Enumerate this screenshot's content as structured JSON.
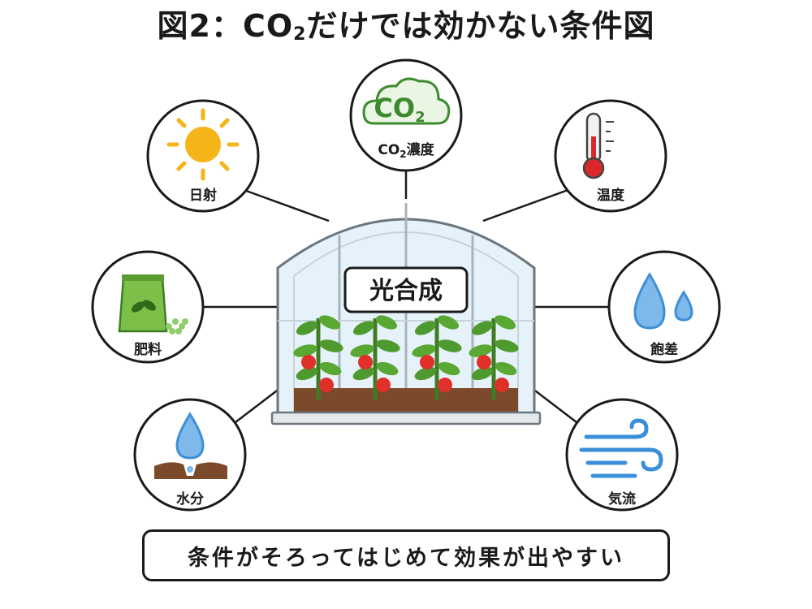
{
  "title": {
    "prefix": "図2：CO",
    "subscript": "2",
    "suffix": "だけでは効かない条件図"
  },
  "center": {
    "label": "光合成"
  },
  "nodes": {
    "sunlight": {
      "label": "日射",
      "icon": "sun-icon"
    },
    "co2": {
      "label_prefix": "CO",
      "label_sub": "2",
      "label_suffix": "濃度",
      "icon_text": "CO",
      "icon_sub": "2",
      "icon": "co2-cloud-icon"
    },
    "temperature": {
      "label": "温度",
      "icon": "thermometer-icon"
    },
    "fertilizer": {
      "label": "肥料",
      "icon": "fertilizer-bag-icon"
    },
    "saturation_deficit": {
      "label": "飽差",
      "icon": "water-drops-icon"
    },
    "moisture": {
      "label": "水分",
      "icon": "water-drop-soil-icon"
    },
    "airflow": {
      "label": "気流",
      "icon": "wind-icon"
    }
  },
  "footer": {
    "text": "条件がそろってはじめて効果が出やすい"
  },
  "colors": {
    "sun": "#f5b417",
    "co2_green": "#3d8a2e",
    "thermo_red": "#d9292b",
    "water_blue": "#3d8fd6",
    "wind_blue": "#3a8fd9",
    "leaf_green": "#4f9a2f",
    "tomato_red": "#e0302a",
    "soil": "#7a4a2a"
  }
}
